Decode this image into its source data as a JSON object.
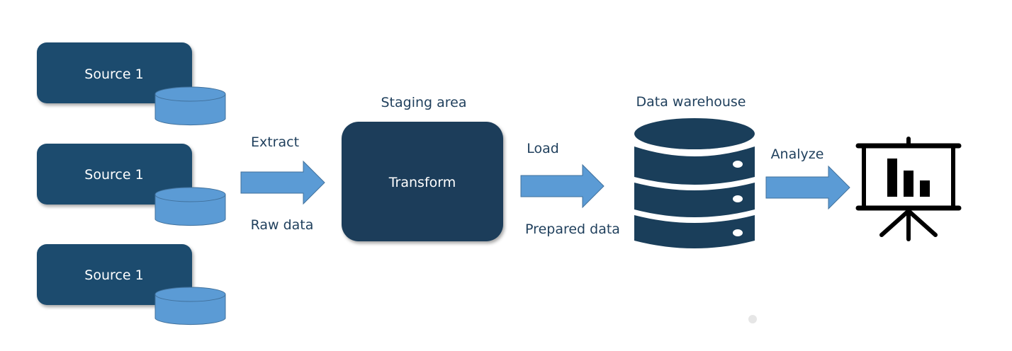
{
  "sources": [
    {
      "label": "Source 1"
    },
    {
      "label": "Source 1"
    },
    {
      "label": "Source 1"
    }
  ],
  "extract": {
    "top_label": "Extract",
    "bottom_label": "Raw data"
  },
  "staging": {
    "title": "Staging area",
    "box_label": "Transform"
  },
  "load": {
    "top_label": "Load",
    "bottom_label": "Prepared data"
  },
  "warehouse": {
    "title": "Data warehouse"
  },
  "analyze": {
    "label": "Analyze"
  },
  "colors": {
    "source_box": "#1d4b6e",
    "transform_box": "#1a3e5a",
    "cylinder": "#5b9bd5",
    "arrow": "#5b9bd5",
    "warehouse": "#1a3e5a",
    "text": "#1f3f5c"
  }
}
